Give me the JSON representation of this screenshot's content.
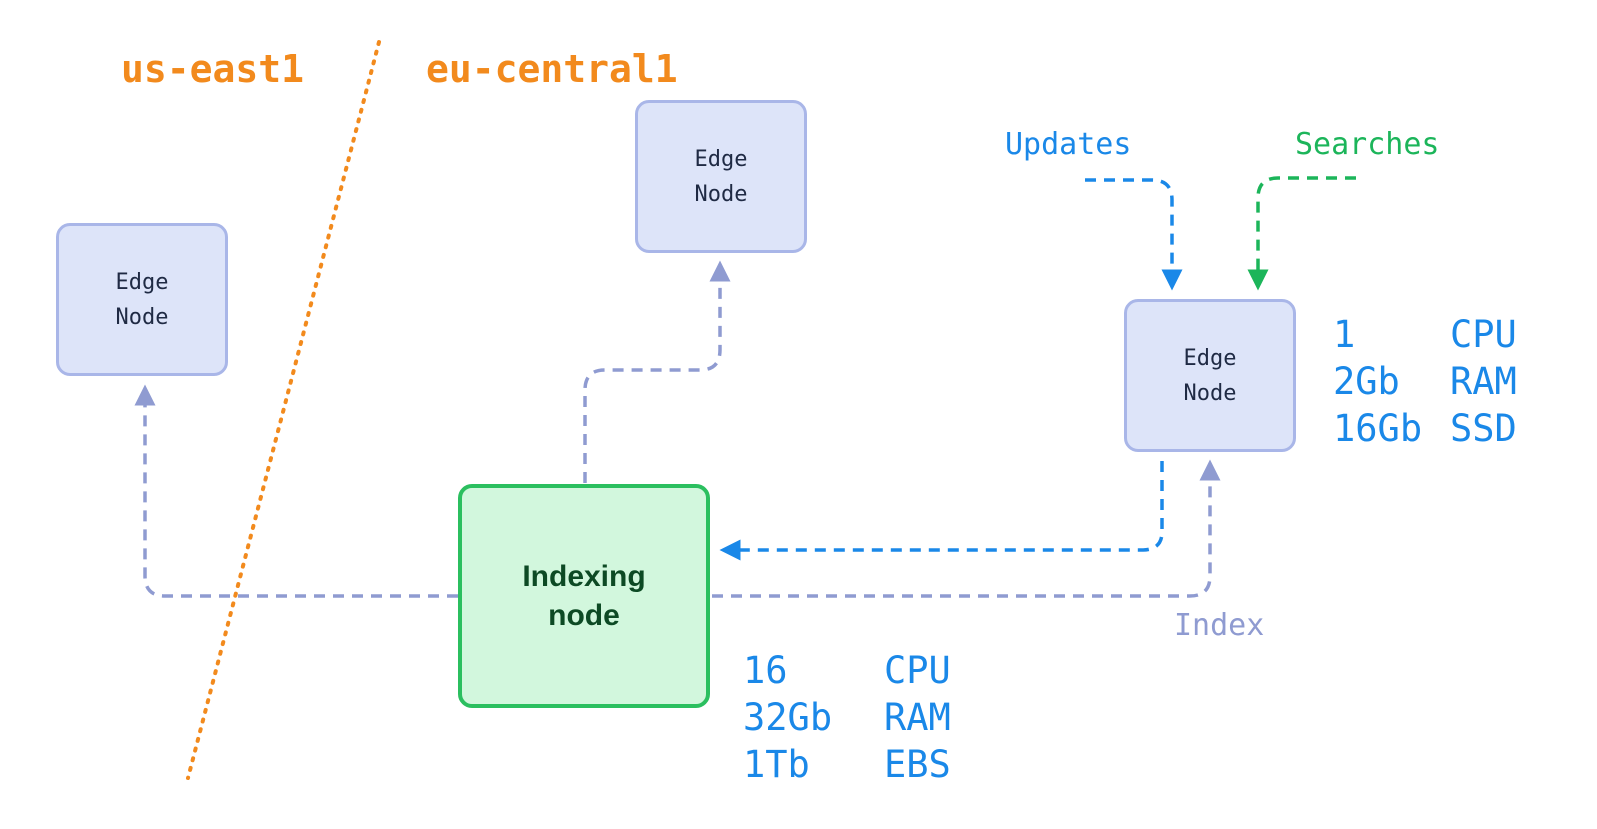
{
  "colors": {
    "region": "#f28a1d",
    "edge_fill": "#dde4f9",
    "edge_border": "#a9b6e8",
    "edge_text": "#1f2a44",
    "indexing_fill": "#d2f7dd",
    "indexing_border": "#2bbf5f",
    "indexing_text": "#0d4a24",
    "index_line": "#8f9bd1",
    "updates": "#1a88e8",
    "searches": "#1cb55a",
    "specs": "#1a88e8"
  },
  "regions": {
    "left": "us-east1",
    "right": "eu-central1"
  },
  "nodes": {
    "edge_left": {
      "line1": "Edge",
      "line2": "Node"
    },
    "edge_top": {
      "line1": "Edge",
      "line2": "Node"
    },
    "edge_right": {
      "line1": "Edge",
      "line2": "Node"
    },
    "indexing": {
      "line1": "Indexing",
      "line2": "node"
    }
  },
  "labels": {
    "updates": "Updates",
    "searches": "Searches",
    "index": "Index"
  },
  "specs": {
    "edge_right": [
      {
        "value": "1",
        "unit": "CPU"
      },
      {
        "value": "2Gb",
        "unit": "RAM"
      },
      {
        "value": "16Gb",
        "unit": "SSD"
      }
    ],
    "indexing": [
      {
        "value": "16",
        "unit": "CPU"
      },
      {
        "value": "32Gb",
        "unit": "RAM"
      },
      {
        "value": "1Tb",
        "unit": "EBS"
      }
    ]
  }
}
